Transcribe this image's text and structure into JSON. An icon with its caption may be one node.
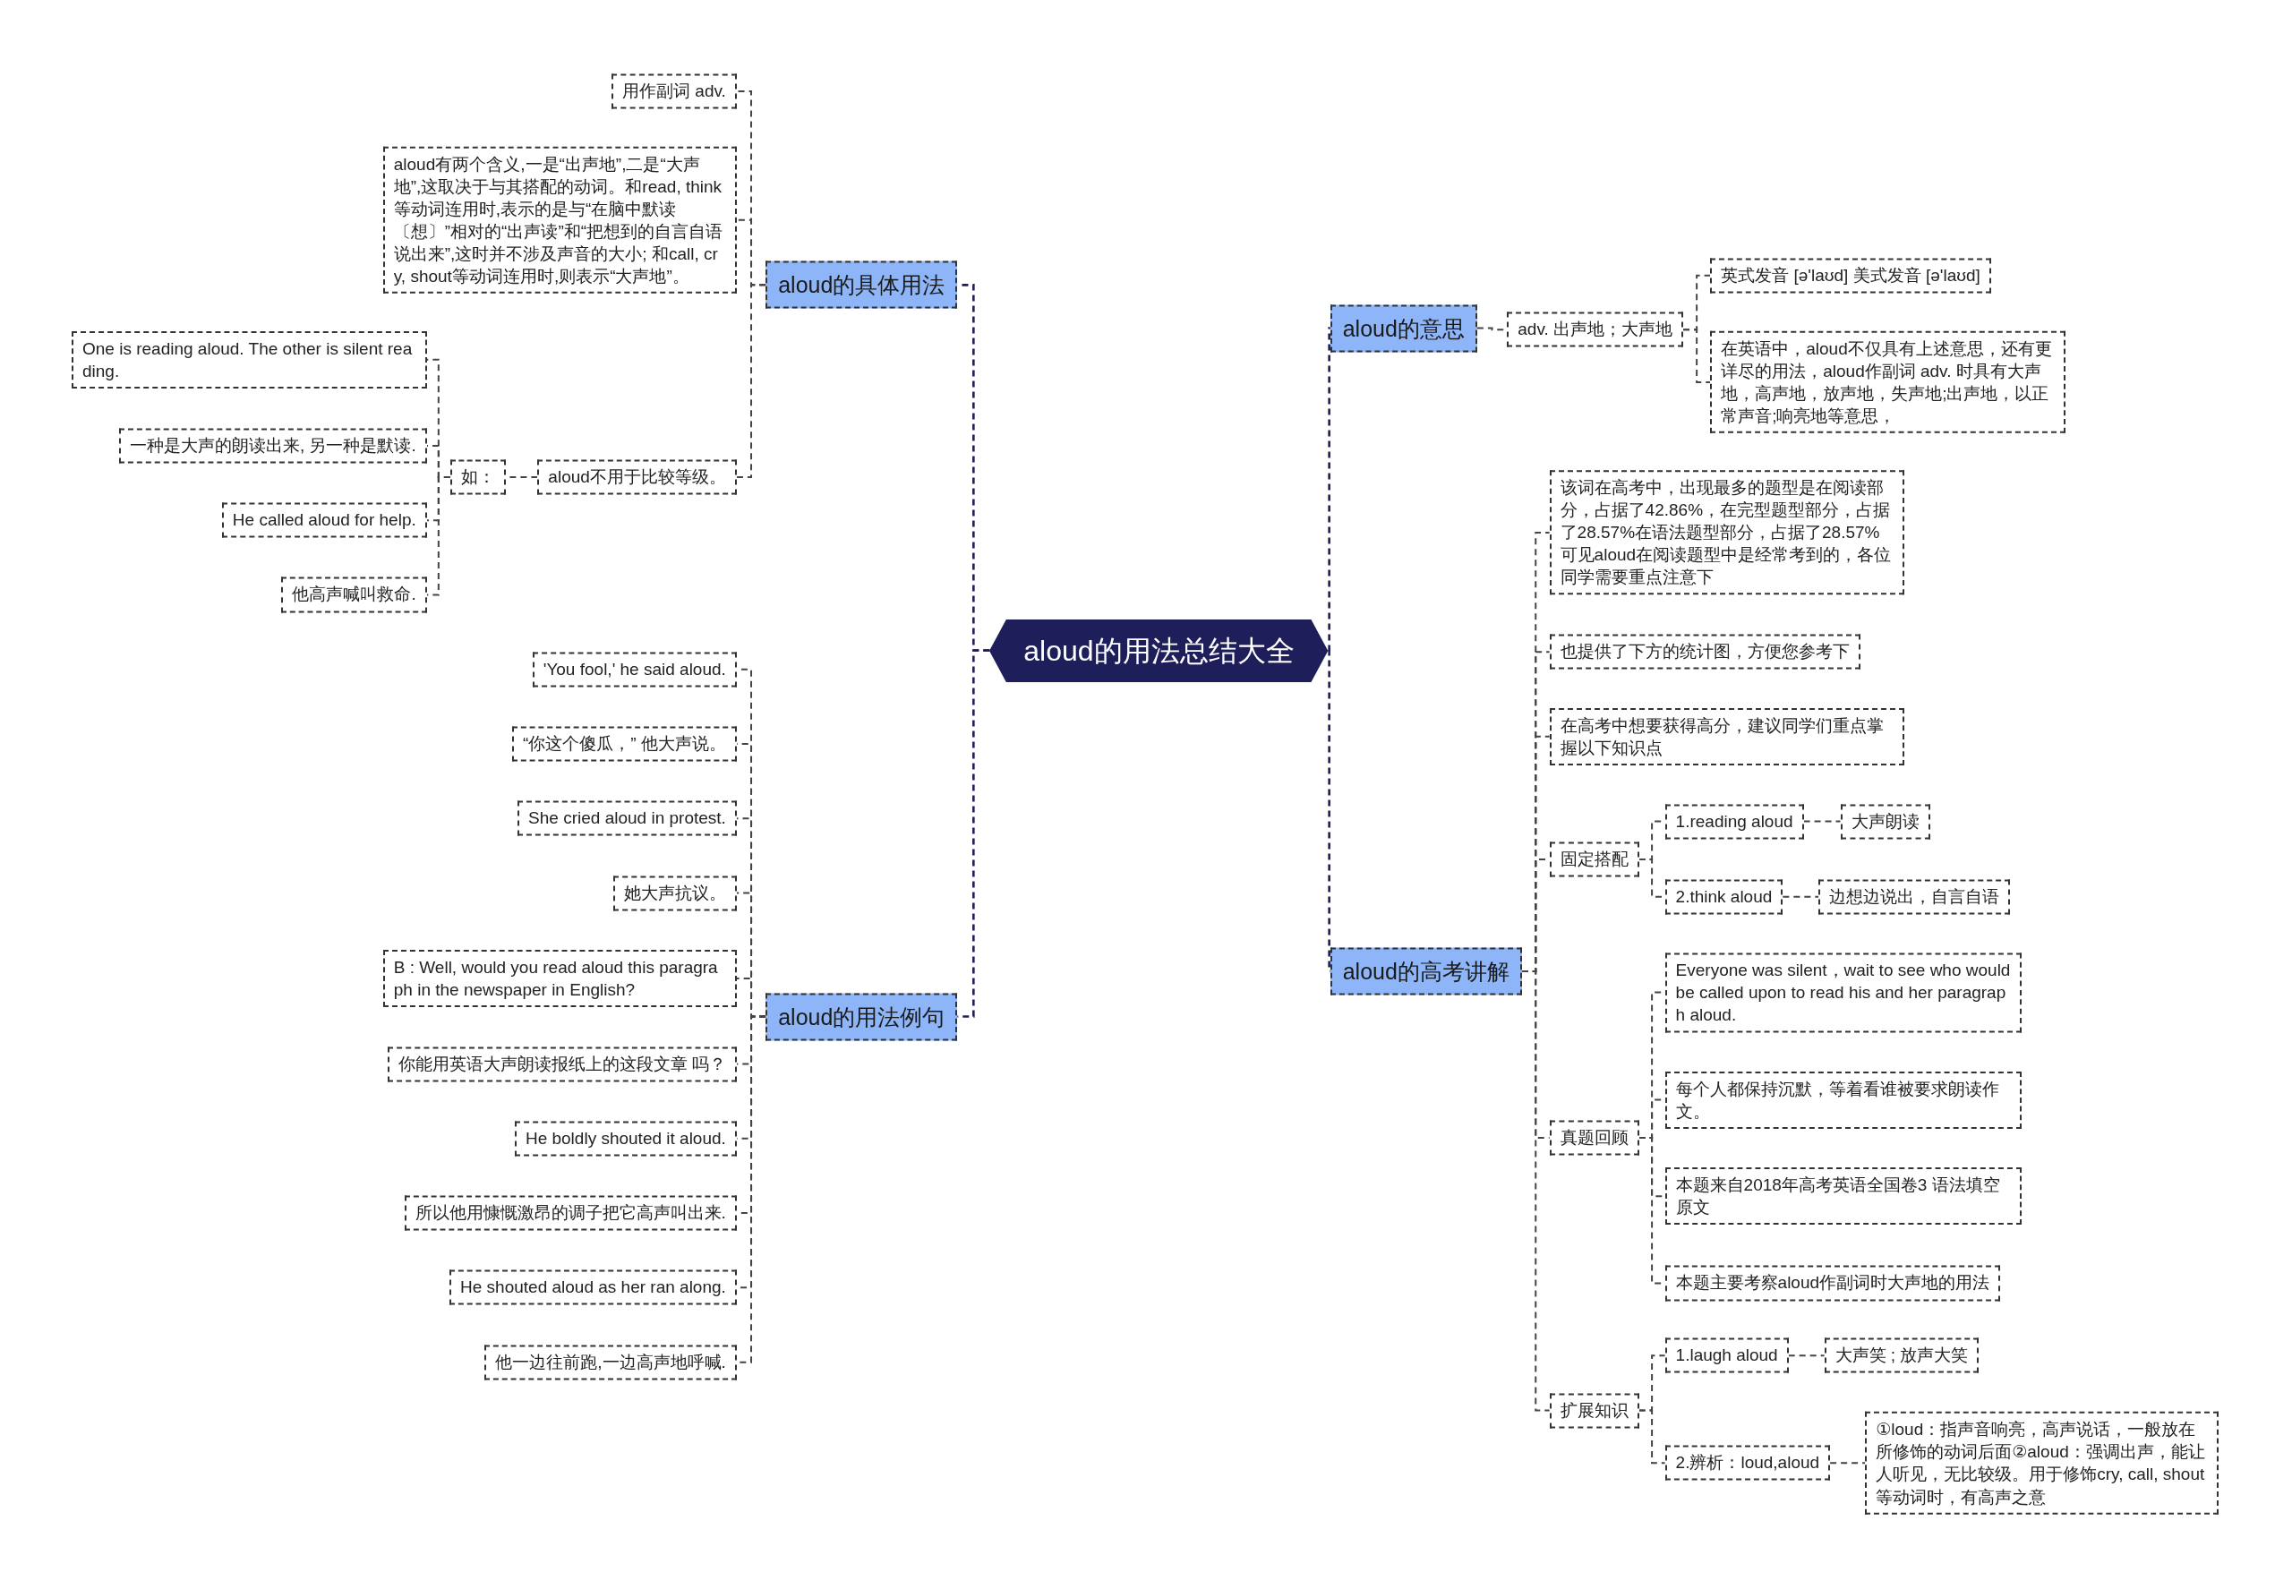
{
  "diagram": {
    "nodes": [
      {
        "text": [
          "aloud的用法总结大全"
        ]
      },
      {
        "text": [
          "aloud的具体用法"
        ]
      },
      {
        "text": [
          "用作副词 adv."
        ]
      },
      {
        "text": [
          "aloud有两个含义,一是“出声地”,二是“大声地”,这取决于与其搭配的动词。和read, think等动词连用时,表示的是与“在脑中默读〔想〕”相对的“出声读”和“把想到的自言自语说出来”,这时并不涉及声音的大小; 和call, cry, shout等动词连用时,则表示“大声地”。"
        ]
      },
      {
        "text": [
          "aloud不用于比较等级。"
        ]
      },
      {
        "text": [
          "如："
        ]
      },
      {
        "text": [
          "One is reading aloud. The other is silent reading."
        ]
      },
      {
        "text": [
          "一种是大声的朗读出来, 另一种是默读."
        ]
      },
      {
        "text": [
          "He called aloud for help."
        ]
      },
      {
        "text": [
          "他高声喊叫救命."
        ]
      },
      {
        "text": [
          "aloud的用法例句"
        ]
      },
      {
        "text": [
          "'You fool,' he said aloud."
        ]
      },
      {
        "text": [
          "“你这个傻瓜，” 他大声说。"
        ]
      },
      {
        "text": [
          "She cried aloud in protest."
        ]
      },
      {
        "text": [
          "她大声抗议。"
        ]
      },
      {
        "text": [
          "B : Well, would you read aloud this paragraph in the newspaper in English?"
        ]
      },
      {
        "text": [
          "你能用英语大声朗读报纸上的这段文章 吗？"
        ]
      },
      {
        "text": [
          "He boldly shouted it aloud."
        ]
      },
      {
        "text": [
          "所以他用慷慨激昂的调子把它高声叫出来."
        ]
      },
      {
        "text": [
          "He shouted aloud as her ran along."
        ]
      },
      {
        "text": [
          "他一边往前跑,一边高声地呼喊."
        ]
      },
      {
        "text": [
          "aloud的意思"
        ]
      },
      {
        "text": [
          "adv. 出声地；大声地"
        ]
      },
      {
        "text": [
          "英式发音 [ə'laʊd] 美式发音 [ə'laʊd]"
        ]
      },
      {
        "text": [
          "在英语中，aloud不仅具有上述意思，还有更详尽的用法，aloud作副词 adv. 时具有大声地，高声地，放声地，失声地;出声地，以正常声音;响亮地等意思，"
        ]
      },
      {
        "text": [
          "aloud的高考讲解"
        ]
      },
      {
        "text": [
          "该词在高考中，出现最多的题型是在阅读部分，占据了42.86%，在完型题型部分，占据了28.57%在语法题型部分，占据了28.57%可见aloud在阅读题型中是经常考到的，各位同学需要重点注意下"
        ]
      },
      {
        "text": [
          "也提供了下方的统计图，方便您参考下"
        ]
      },
      {
        "text": [
          "在高考中想要获得高分，建议同学们重点掌握以下知识点"
        ]
      },
      {
        "text": [
          "固定搭配"
        ]
      },
      {
        "text": [
          "1.reading aloud"
        ]
      },
      {
        "text": [
          "大声朗读"
        ]
      },
      {
        "text": [
          "2.think aloud"
        ]
      },
      {
        "text": [
          "边想边说出，自言自语"
        ]
      },
      {
        "text": [
          "真题回顾"
        ]
      },
      {
        "text": [
          "Everyone was silent，wait to see who would be called upon to read his and her paragraph aloud."
        ]
      },
      {
        "text": [
          "每个人都保持沉默，等着看谁被要求朗读作文。"
        ]
      },
      {
        "text": [
          "本题来自2018年高考英语全国卷3 语法填空原文"
        ]
      },
      {
        "text": [
          "本题主要考察aloud作副词时大声地的用法"
        ]
      },
      {
        "text": [
          "扩展知识"
        ]
      },
      {
        "text": [
          "1.laugh aloud"
        ]
      },
      {
        "text": [
          "大声笑 ; 放声大笑"
        ]
      },
      {
        "text": [
          "2.辨析：loud,aloud"
        ]
      },
      {
        "text": [
          "①loud：指声音响亮，高声说话，一般放在所修饰的动词后面②aloud：强调出声，能让人听见，无比较级。用于修饰cry, call, shout等动词时，有高声之意"
        ]
      }
    ],
    "edges": [
      {
        "from": 0,
        "to": 1,
        "arrow": "none",
        "color": "#1e1e5a"
      },
      {
        "from": 0,
        "to": 10,
        "arrow": "none",
        "color": "#1e1e5a"
      },
      {
        "from": 0,
        "to": 21,
        "arrow": "none",
        "color": "#1e1e5a"
      },
      {
        "from": 0,
        "to": 25,
        "arrow": "none",
        "color": "#1e1e5a"
      },
      {
        "from": 1,
        "to": 2,
        "arrow": "none"
      },
      {
        "from": 1,
        "to": 3,
        "arrow": "none"
      },
      {
        "from": 1,
        "to": 4,
        "arrow": "none"
      },
      {
        "from": 4,
        "to": 5,
        "arrow": "none"
      },
      {
        "from": 5,
        "to": 6,
        "arrow": "none"
      },
      {
        "from": 5,
        "to": 7,
        "arrow": "none"
      },
      {
        "from": 5,
        "to": 8,
        "arrow": "none"
      },
      {
        "from": 5,
        "to": 9,
        "arrow": "none"
      },
      {
        "from": 10,
        "to": 11,
        "arrow": "none"
      },
      {
        "from": 10,
        "to": 12,
        "arrow": "none"
      },
      {
        "from": 10,
        "to": 13,
        "arrow": "none"
      },
      {
        "from": 10,
        "to": 14,
        "arrow": "none"
      },
      {
        "from": 10,
        "to": 15,
        "arrow": "none"
      },
      {
        "from": 10,
        "to": 16,
        "arrow": "none"
      },
      {
        "from": 10,
        "to": 17,
        "arrow": "none"
      },
      {
        "from": 10,
        "to": 18,
        "arrow": "none"
      },
      {
        "from": 10,
        "to": 19,
        "arrow": "none"
      },
      {
        "from": 10,
        "to": 20,
        "arrow": "none"
      },
      {
        "from": 21,
        "to": 22,
        "arrow": "none"
      },
      {
        "from": 22,
        "to": 23,
        "arrow": "none"
      },
      {
        "from": 22,
        "to": 24,
        "arrow": "none"
      },
      {
        "from": 25,
        "to": 26,
        "arrow": "none"
      },
      {
        "from": 25,
        "to": 27,
        "arrow": "none"
      },
      {
        "from": 25,
        "to": 28,
        "arrow": "none"
      },
      {
        "from": 25,
        "to": 29,
        "arrow": "none"
      },
      {
        "from": 25,
        "to": 34,
        "arrow": "none"
      },
      {
        "from": 25,
        "to": 39,
        "arrow": "none"
      },
      {
        "from": 29,
        "to": 30,
        "arrow": "none"
      },
      {
        "from": 29,
        "to": 32,
        "arrow": "none"
      },
      {
        "from": 30,
        "to": 31,
        "arrow": "none"
      },
      {
        "from": 32,
        "to": 33,
        "arrow": "none"
      },
      {
        "from": 34,
        "to": 35,
        "arrow": "none"
      },
      {
        "from": 34,
        "to": 36,
        "arrow": "none"
      },
      {
        "from": 34,
        "to": 37,
        "arrow": "none"
      },
      {
        "from": 34,
        "to": 38,
        "arrow": "none"
      },
      {
        "from": 39,
        "to": 40,
        "arrow": "none"
      },
      {
        "from": 39,
        "to": 42,
        "arrow": "none"
      },
      {
        "from": 40,
        "to": 41,
        "arrow": "none"
      },
      {
        "from": 42,
        "to": 43,
        "arrow": "none"
      }
    ]
  }
}
